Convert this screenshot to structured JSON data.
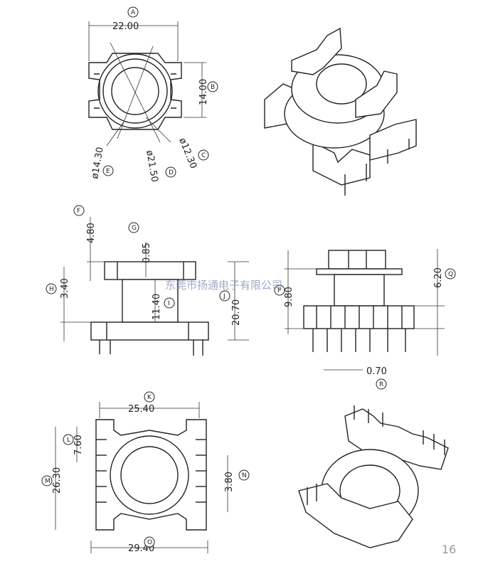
{
  "views": {
    "top": {
      "dims": {
        "width": "22.00",
        "height": "14.00",
        "d1": "ø14.30",
        "d2": "ø21.50",
        "d3": "ø12.30"
      },
      "labels": {
        "a": "A",
        "b": "B",
        "c": "C",
        "d": "D",
        "e": "E"
      }
    },
    "front": {
      "dims": {
        "f": "4.80",
        "g": "0.85",
        "h": "3.40",
        "i": "11.40",
        "j": "20.70"
      },
      "labels": {
        "f": "F",
        "g": "G",
        "h": "H",
        "i": "I",
        "j": "J"
      }
    },
    "side": {
      "dims": {
        "p": "9.80",
        "q": "6.20",
        "r": "0.70"
      },
      "labels": {
        "p": "P",
        "q": "Q",
        "r": "R"
      }
    },
    "bottom": {
      "dims": {
        "k": "25.40",
        "l": "7.60",
        "m": "26.30",
        "n": "3.80",
        "o": "29.40"
      },
      "labels": {
        "k": "K",
        "l": "L",
        "m": "M",
        "n": "N",
        "o": "O"
      }
    }
  },
  "watermark": "东莞市扬通电子有限公司",
  "page_number": "16"
}
